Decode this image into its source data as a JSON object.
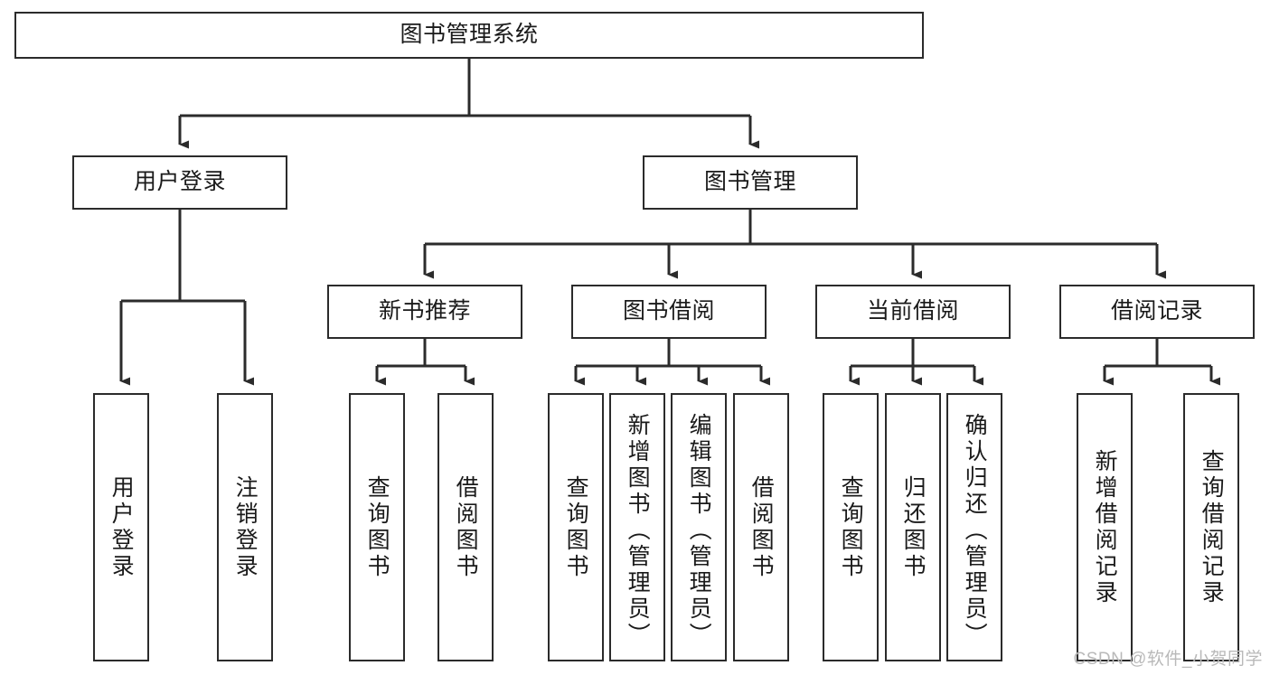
{
  "diagram": {
    "title": "图书管理系统",
    "type": "tree",
    "watermark": "CSDN @软件_小贺同学",
    "colors": {
      "box_border": "#2b2b2b",
      "box_fill": "#ffffff",
      "edge": "#2b2b2b",
      "text": "#1a1a1a",
      "watermark": "#b9b9b9",
      "background": "#ffffff"
    },
    "levels": {
      "root": [
        "图书管理系统"
      ],
      "level2": [
        "用户登录",
        "图书管理"
      ],
      "level3": [
        "新书推荐",
        "图书借阅",
        "当前借阅",
        "借阅记录"
      ],
      "leaves": [
        "用户登录",
        "注销登录",
        "查询图书",
        "借阅图书",
        "查询图书",
        "新增图书（管理员）",
        "编辑图书（管理员）",
        "借阅图书",
        "查询图书",
        "归还图书",
        "确认归还（管理员）",
        "新增借阅记录",
        "查询借阅记录"
      ]
    },
    "nodes": {
      "root": {
        "label": "图书管理系统"
      },
      "user_login": {
        "label": "用户登录"
      },
      "book_manage": {
        "label": "图书管理"
      },
      "new_book_rec": {
        "label": "新书推荐"
      },
      "book_borrow": {
        "label": "图书借阅"
      },
      "current_borrow": {
        "label": "当前借阅"
      },
      "borrow_record": {
        "label": "借阅记录"
      },
      "leaf_user_login": {
        "label": "用户登录"
      },
      "leaf_logout": {
        "label": "注销登录"
      },
      "leaf_query_book_1": {
        "label": "查询图书"
      },
      "leaf_borrow_book_1": {
        "label": "借阅图书"
      },
      "leaf_query_book_2": {
        "label": "查询图书"
      },
      "leaf_add_book": {
        "label": "新增图书（管理员）"
      },
      "leaf_edit_book": {
        "label": "编辑图书（管理员）"
      },
      "leaf_borrow_book_2": {
        "label": "借阅图书"
      },
      "leaf_query_book_3": {
        "label": "查询图书"
      },
      "leaf_return_book": {
        "label": "归还图书"
      },
      "leaf_confirm_return": {
        "label": "确认归还（管理员）"
      },
      "leaf_add_record": {
        "label": "新增借阅记录"
      },
      "leaf_query_record": {
        "label": "查询借阅记录"
      }
    }
  }
}
